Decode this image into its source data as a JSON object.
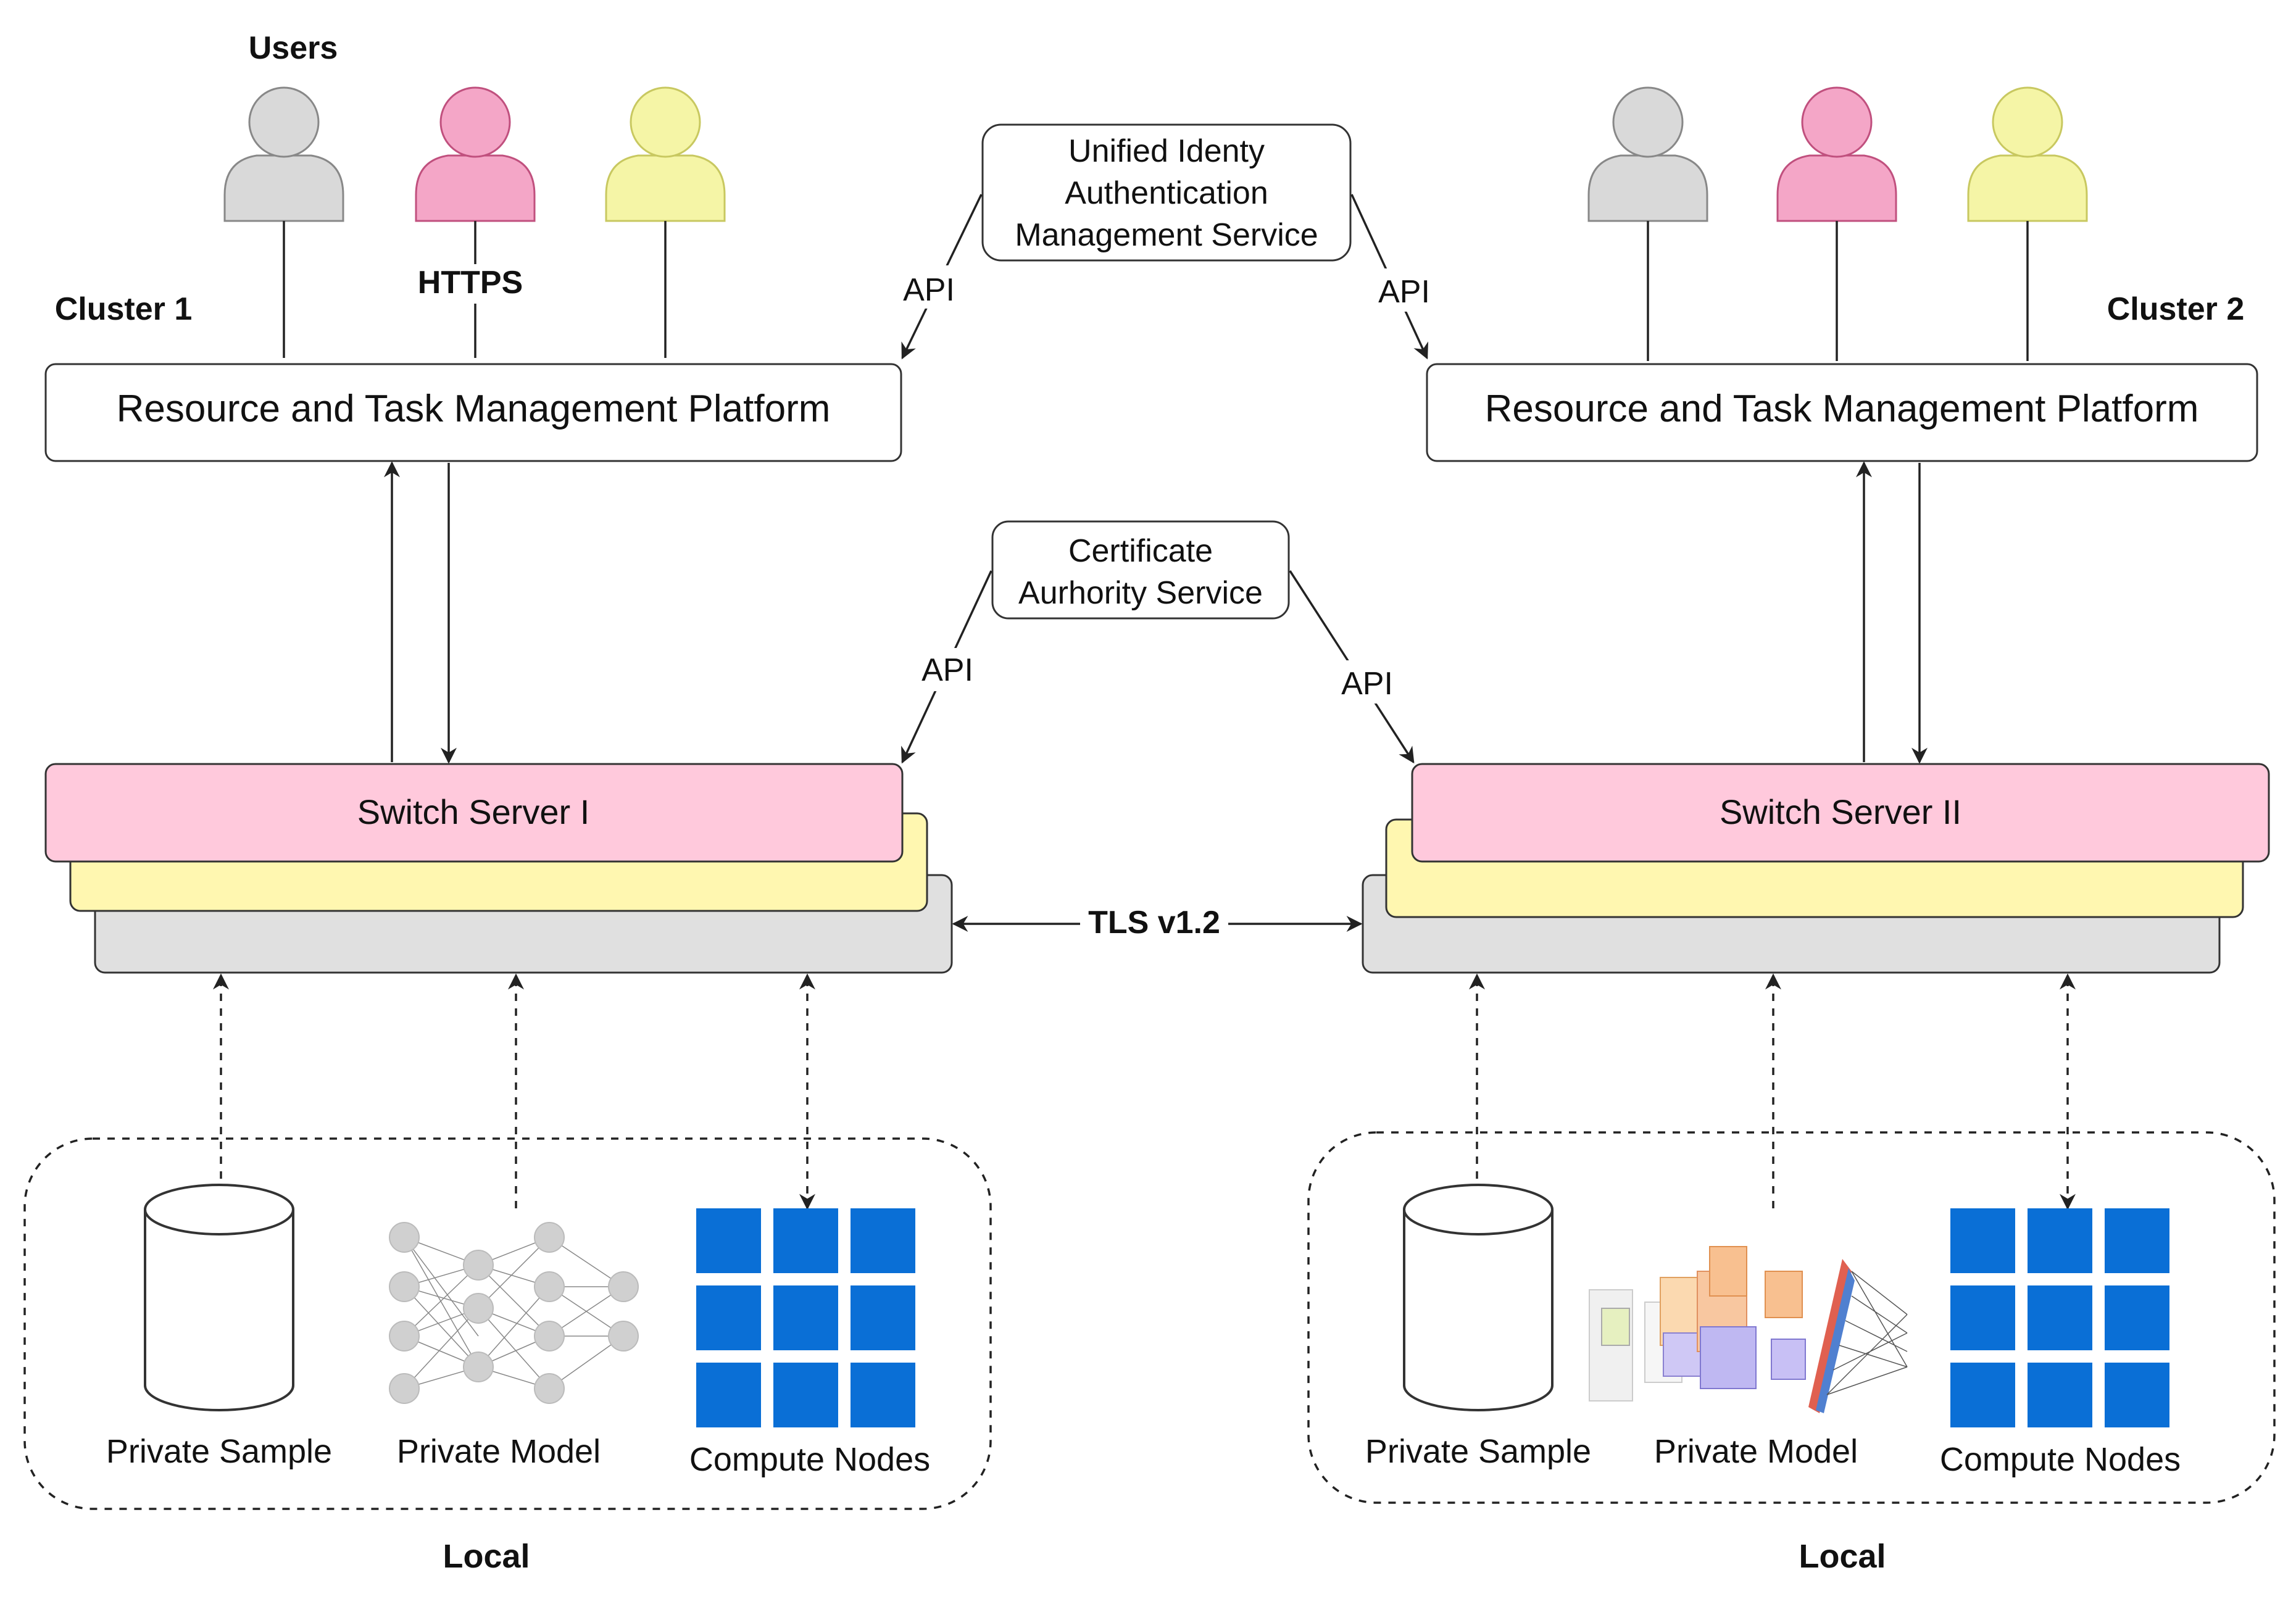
{
  "labels": {
    "users": "Users",
    "https": "HTTPS",
    "cluster1": "Cluster 1",
    "cluster2": "Cluster 2",
    "platform_left": "Resource and Task Management Platform",
    "platform_right": "Resource and Task Management Platform",
    "identity_service": [
      "Unified Identy",
      "Authentication",
      "Management Service"
    ],
    "ca_service": [
      "Certificate",
      "Aurhority Service"
    ],
    "api": "API",
    "switch_left": "Switch Server I",
    "switch_right": "Switch Server II",
    "tls": "TLS v1.2",
    "private_sample": "Private Sample",
    "private_model": "Private Model",
    "compute_nodes": "Compute Nodes",
    "local": "Local"
  },
  "colors": {
    "user_gray": "#d9d9d9",
    "user_pink": "#f4a6c7",
    "user_yellow": "#f5f5a6",
    "switch_pink": "#ffc9dc",
    "switch_yellow": "#fff7b0",
    "switch_gray": "#e0e0e0",
    "grid_blue": "#0a6fd6"
  }
}
